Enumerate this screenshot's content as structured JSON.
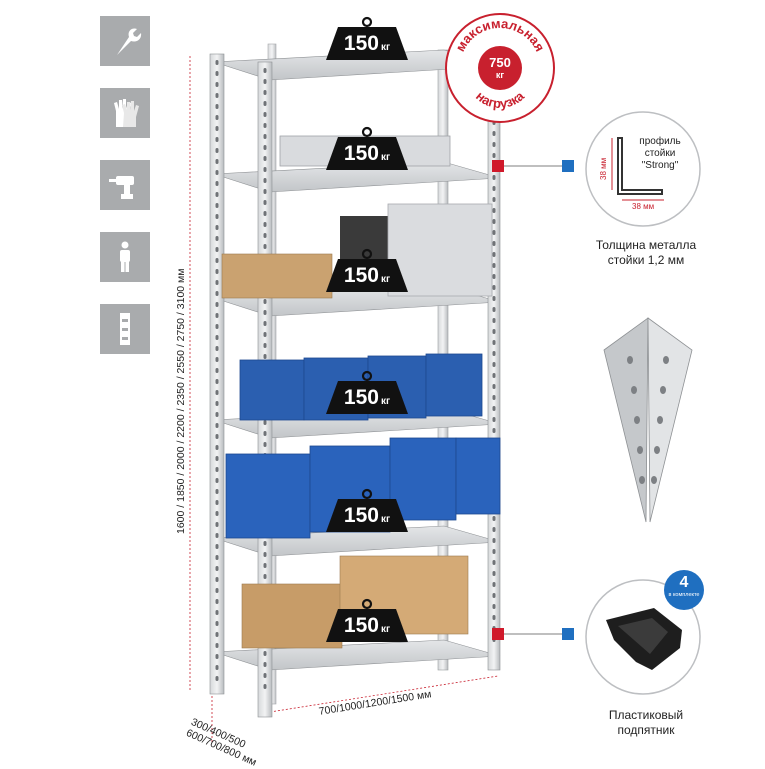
{
  "shelf_load": {
    "value": "150",
    "unit": "кг"
  },
  "max_load": {
    "line1": "максимальная",
    "line2": "нагрузка",
    "value": "750",
    "unit": "кг"
  },
  "heights_label": "1600 / 1850 / 2000 / 2200 / 2350 / 2550 / 2750 / 3100 мм",
  "width_label": "700/1000/1200/1500 мм",
  "depth_label": {
    "line1": "300/400/500",
    "line2": "600/700/800 мм"
  },
  "profile": {
    "text1": "профиль",
    "text2": "стойки",
    "text3": "\"Strong\"",
    "dim_v": "38 мм",
    "dim_h": "38 мм"
  },
  "metal_caption": {
    "line1": "Толщина металла",
    "line2": "стойки 1,2 мм"
  },
  "foot_badge": {
    "count": "4",
    "text": "в комплекте"
  },
  "foot_caption": {
    "line1": "Пластиковый",
    "line2": "подпятник"
  },
  "icons": [
    "wrench-icon",
    "gloves-icon",
    "drill-icon",
    "person-icon",
    "level-icon"
  ],
  "colors": {
    "tile": "#a9abad",
    "badge_red": "#c8202e",
    "marker_red": "#d0192a",
    "marker_blue": "#1f6fc0",
    "bins": "#2b5fb0"
  }
}
